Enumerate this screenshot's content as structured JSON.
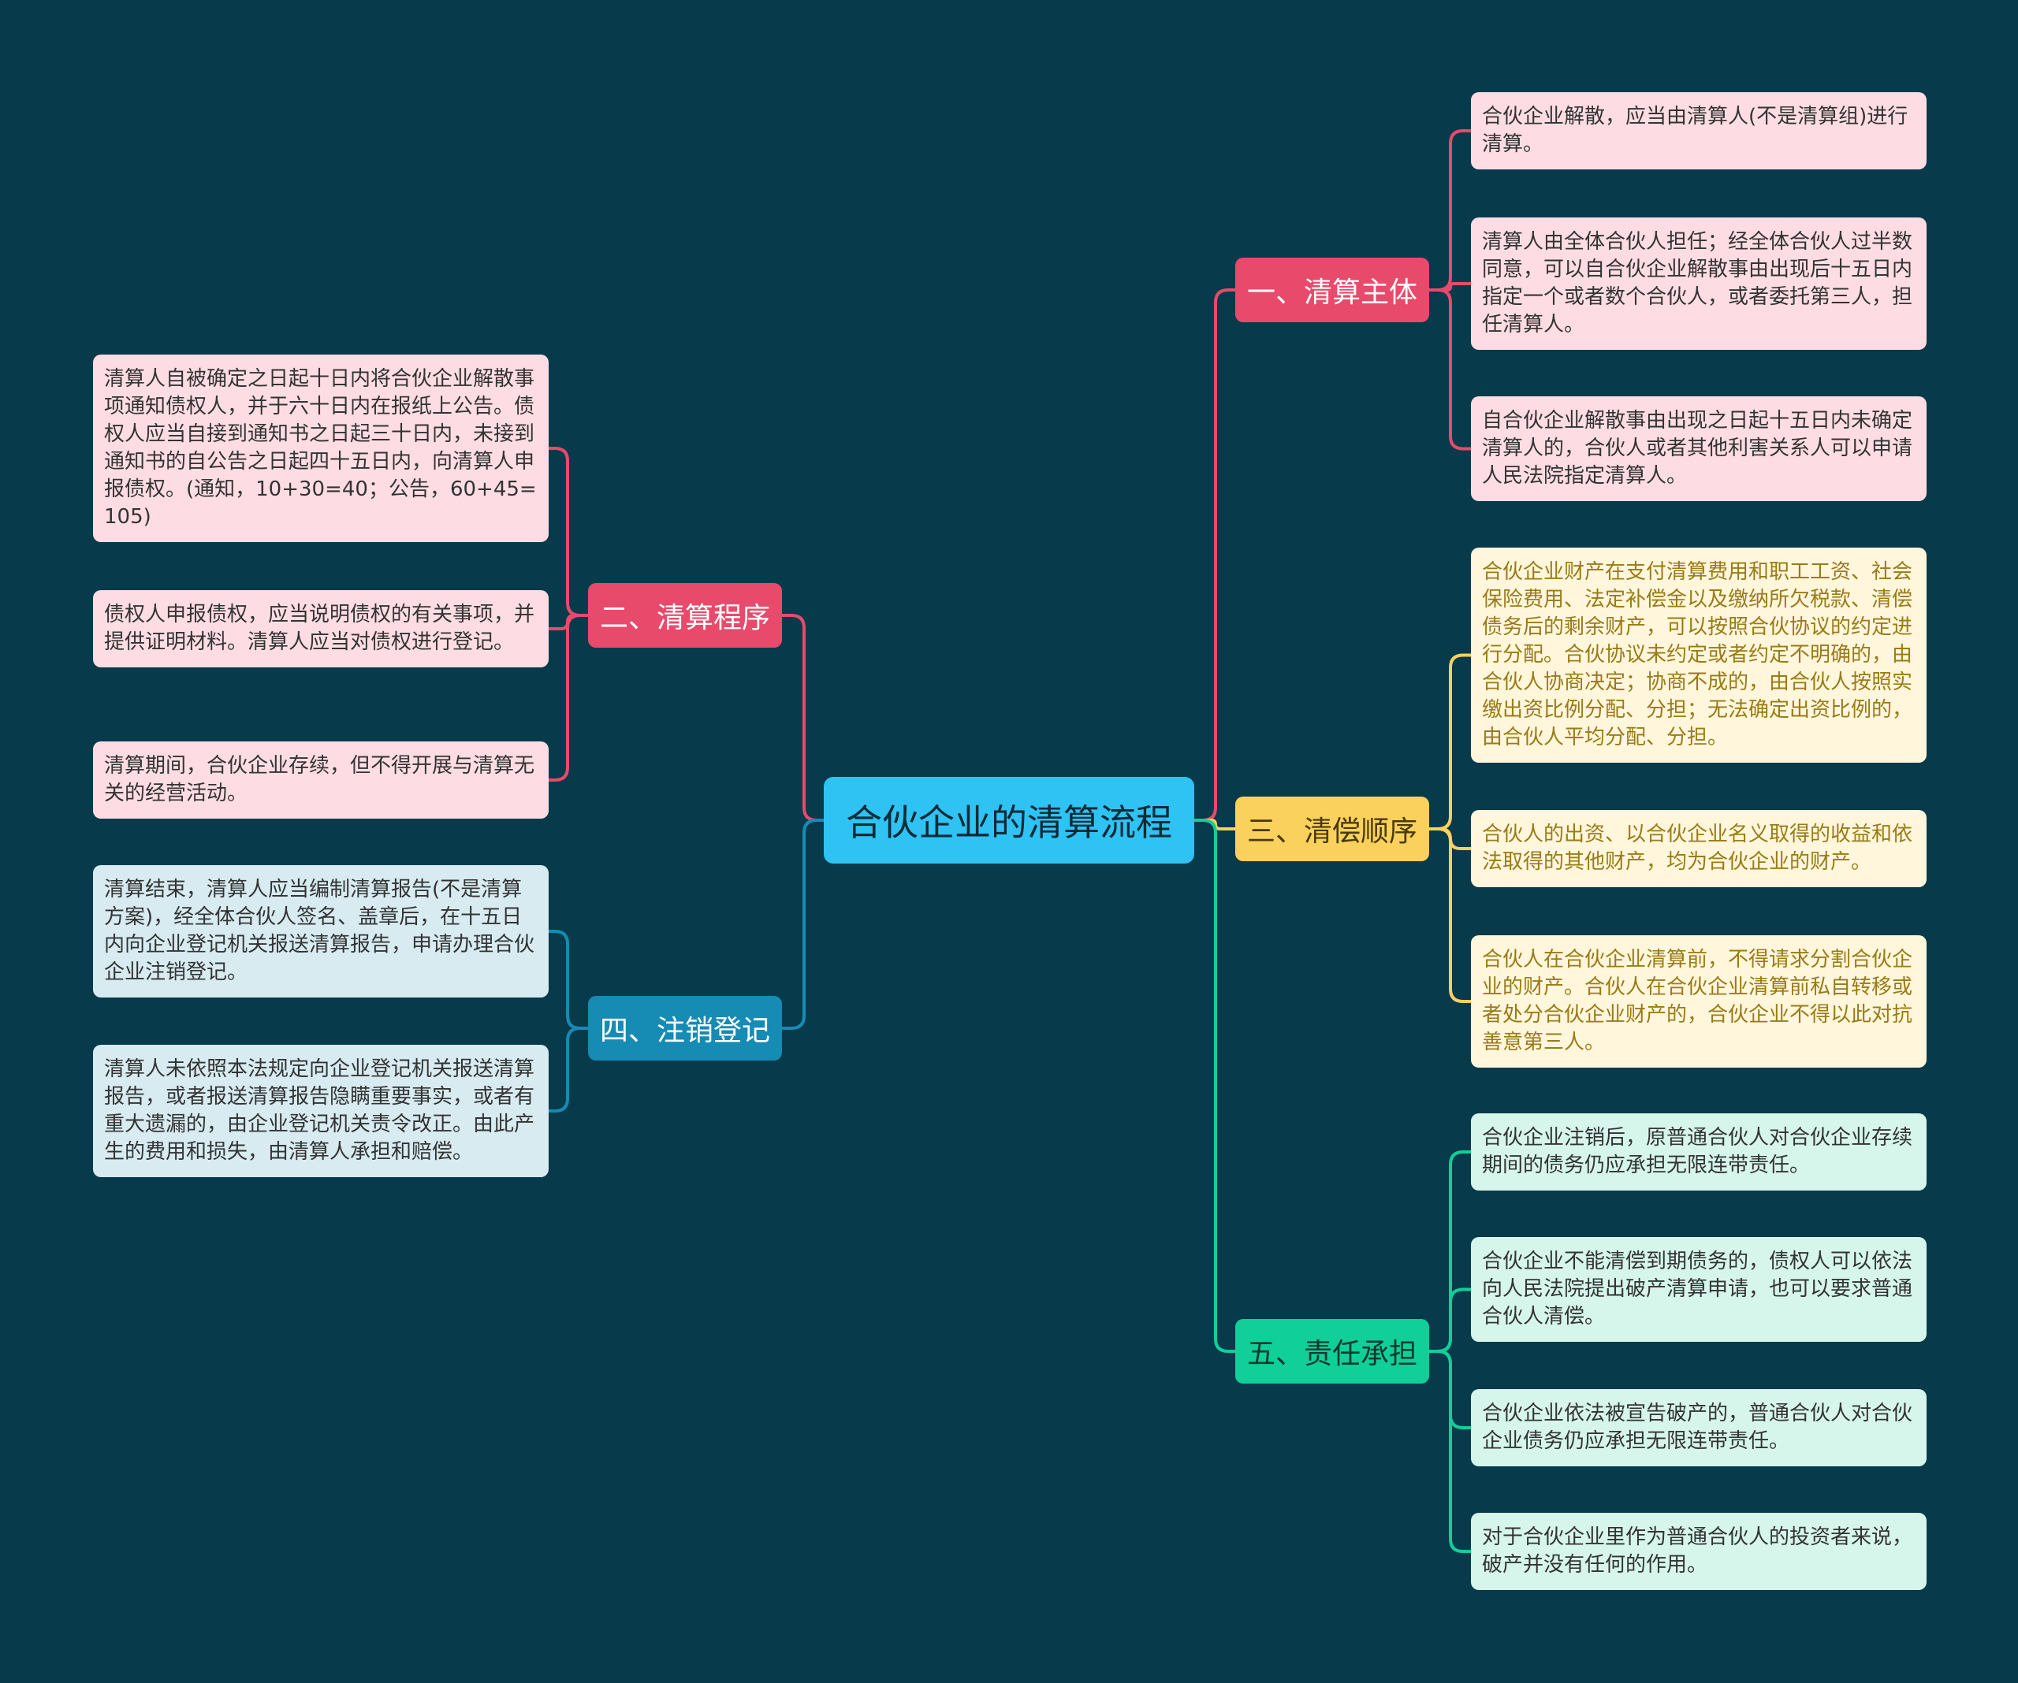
{
  "colors": {
    "background": "#073a4b",
    "root": "#2ec3f2",
    "b1": "#e84a6b",
    "b2": "#e84a6b",
    "b3": "#fbd15d",
    "b4": "#168bb3",
    "b5": "#10cf99",
    "leaf_pink": "#fddde3",
    "leaf_yellow": "#fff6dc",
    "leaf_blue": "#d7ebf1",
    "leaf_green": "#d6f6ec",
    "text_dark": "#333333",
    "text_gold": "#9a7b16"
  },
  "root": {
    "label": "合伙企业的清算流程"
  },
  "branches": [
    {
      "id": "b1",
      "label": "一、清算主体",
      "items": [
        "合伙企业解散，应当由清算人(不是清算组)进行清算。",
        "清算人由全体合伙人担任；经全体合伙人过半数同意，可以自合伙企业解散事由出现后十五日内指定一个或者数个合伙人，或者委托第三人，担任清算人。",
        "自合伙企业解散事由出现之日起十五日内未确定清算人的，合伙人或者其他利害关系人可以申请人民法院指定清算人。"
      ]
    },
    {
      "id": "b2",
      "label": "二、清算程序",
      "items": [
        "清算人自被确定之日起十日内将合伙企业解散事项通知债权人，并于六十日内在报纸上公告。债权人应当自接到通知书之日起三十日内，未接到通知书的自公告之日起四十五日内，向清算人申报债权。(通知，10+30=40；公告，60+45=105)",
        "债权人申报债权，应当说明债权的有关事项，并提供证明材料。清算人应当对债权进行登记。",
        "清算期间，合伙企业存续，但不得开展与清算无关的经营活动。"
      ]
    },
    {
      "id": "b3",
      "label": "三、清偿顺序",
      "items": [
        "合伙企业财产在支付清算费用和职工工资、社会保险费用、法定补偿金以及缴纳所欠税款、清偿债务后的剩余财产，可以按照合伙协议的约定进行分配。合伙协议未约定或者约定不明确的，由合伙人协商决定；协商不成的，由合伙人按照实缴出资比例分配、分担；无法确定出资比例的，由合伙人平均分配、分担。",
        "合伙人的出资、以合伙企业名义取得的收益和依法取得的其他财产，均为合伙企业的财产。",
        "合伙人在合伙企业清算前，不得请求分割合伙企业的财产。合伙人在合伙企业清算前私自转移或者处分合伙企业财产的，合伙企业不得以此对抗善意第三人。"
      ]
    },
    {
      "id": "b4",
      "label": "四、注销登记",
      "items": [
        "清算结束，清算人应当编制清算报告(不是清算方案)，经全体合伙人签名、盖章后，在十五日内向企业登记机关报送清算报告，申请办理合伙企业注销登记。",
        "清算人未依照本法规定向企业登记机关报送清算报告，或者报送清算报告隐瞒重要事实，或者有重大遗漏的，由企业登记机关责令改正。由此产生的费用和损失，由清算人承担和赔偿。"
      ]
    },
    {
      "id": "b5",
      "label": "五、责任承担",
      "items": [
        "合伙企业注销后，原普通合伙人对合伙企业存续期间的债务仍应承担无限连带责任。",
        "合伙企业不能清偿到期债务的，债权人可以依法向人民法院提出破产清算申请，也可以要求普通合伙人清偿。",
        "合伙企业依法被宣告破产的，普通合伙人对合伙企业债务仍应承担无限连带责任。",
        "对于合伙企业里作为普通合伙人的投资者来说，破产并没有任何的作用。"
      ]
    }
  ]
}
